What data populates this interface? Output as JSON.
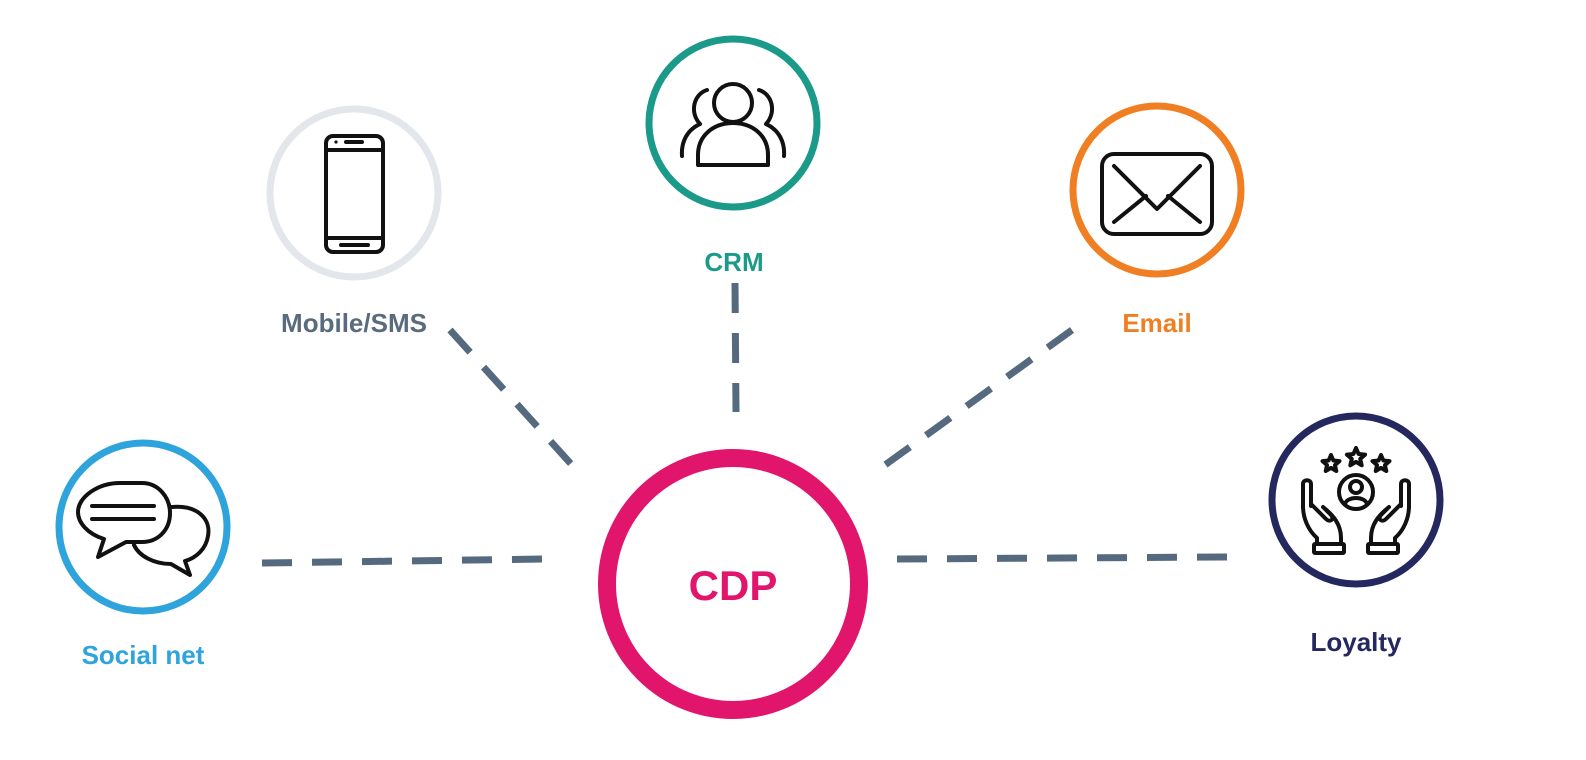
{
  "hub": {
    "label": "CDP",
    "color": "#e0156b"
  },
  "connector_color": "#566a7f",
  "nodes": [
    {
      "id": "social",
      "label": "Social net",
      "color": "#2ea3dc",
      "icon": "chat-bubbles-icon"
    },
    {
      "id": "mobile",
      "label": "Mobile/SMS",
      "color": "#5a6b7e",
      "ring": "#e3e6ea",
      "icon": "smartphone-icon"
    },
    {
      "id": "crm",
      "label": "CRM",
      "color": "#1b9a8a",
      "icon": "people-group-icon"
    },
    {
      "id": "email",
      "label": "Email",
      "color": "#f07f24",
      "icon": "envelope-icon"
    },
    {
      "id": "loyalty",
      "label": "Loyalty",
      "color": "#24285e",
      "icon": "hands-stars-icon"
    }
  ]
}
